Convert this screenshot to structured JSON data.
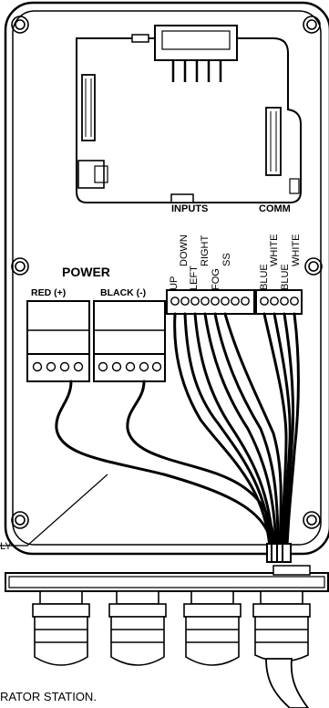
{
  "labels": {
    "inputs": "INPUTS",
    "comm": "COMM",
    "power": "POWER",
    "red": "RED (+)",
    "black": "BLACK (-)",
    "cable_assembly_fragment": "LY",
    "caption_fragment": "RATOR STATION."
  },
  "input_terminals": [
    "UP",
    "DOWN",
    "LEFT",
    "RIGHT",
    "FOG",
    "SS"
  ],
  "comm_terminals": [
    "BLUE",
    "WHITE",
    "BLUE",
    "WHITE"
  ],
  "colors": {
    "line": "#000000",
    "fill": "#ffffff"
  }
}
